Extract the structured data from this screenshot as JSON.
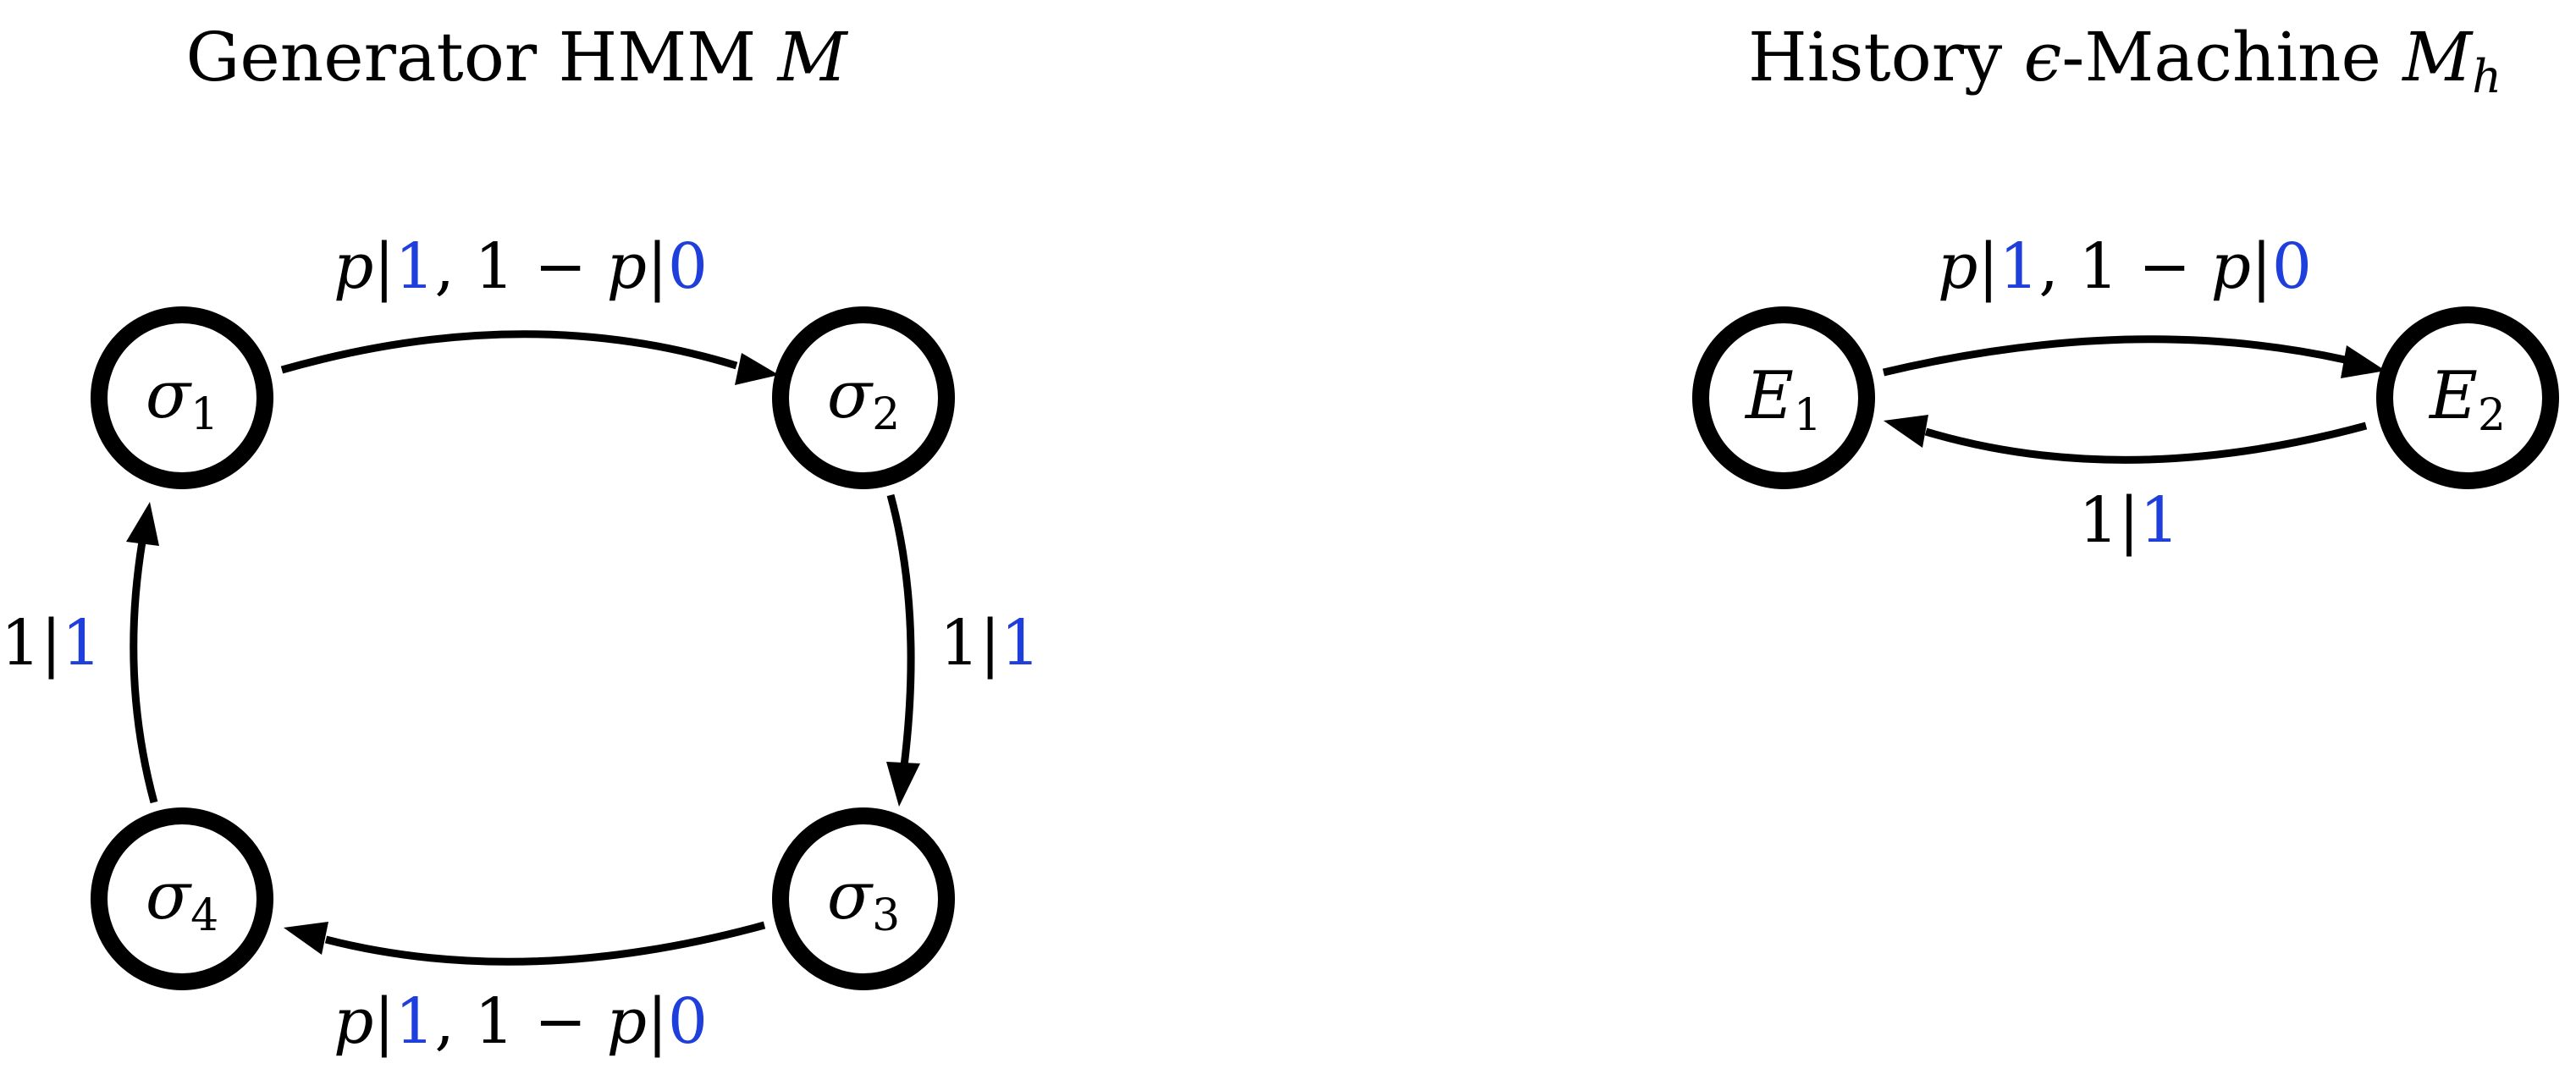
{
  "colors": {
    "ink": "#000000",
    "symbol_blue": "#1f3fdc",
    "background": "#ffffff"
  },
  "left_diagram": {
    "title_text": "Generator HMM ",
    "title_math": "M",
    "nodes": [
      {
        "symbol": "σ",
        "subscript": "1"
      },
      {
        "symbol": "σ",
        "subscript": "2"
      },
      {
        "symbol": "σ",
        "subscript": "3"
      },
      {
        "symbol": "σ",
        "subscript": "4"
      }
    ],
    "edges": [
      {
        "from": "σ1",
        "to": "σ2",
        "label": {
          "p": "p",
          "bar1": "|",
          "sym1": "1",
          "mid": ", 1 − ",
          "p2": "p",
          "bar2": "|",
          "sym2": "0"
        }
      },
      {
        "from": "σ2",
        "to": "σ3",
        "label": {
          "prob": "1",
          "bar": "|",
          "sym": "1"
        }
      },
      {
        "from": "σ3",
        "to": "σ4",
        "label": {
          "p": "p",
          "bar1": "|",
          "sym1": "1",
          "mid": ", 1 − ",
          "p2": "p",
          "bar2": "|",
          "sym2": "0"
        }
      },
      {
        "from": "σ4",
        "to": "σ1",
        "label": {
          "prob": "1",
          "bar": "|",
          "sym": "1"
        }
      }
    ]
  },
  "right_diagram": {
    "title_text": "History ",
    "title_eps": "ϵ",
    "title_text2": "-Machine ",
    "title_math": "M",
    "title_sub": "h",
    "nodes": [
      {
        "symbol": "E",
        "subscript": "1"
      },
      {
        "symbol": "E",
        "subscript": "2"
      }
    ],
    "edges": [
      {
        "from": "E1",
        "to": "E2",
        "label": {
          "p": "p",
          "bar1": "|",
          "sym1": "1",
          "mid": ", 1 − ",
          "p2": "p",
          "bar2": "|",
          "sym2": "0"
        }
      },
      {
        "from": "E2",
        "to": "E1",
        "label": {
          "prob": "1",
          "bar": "|",
          "sym": "1"
        }
      }
    ]
  }
}
